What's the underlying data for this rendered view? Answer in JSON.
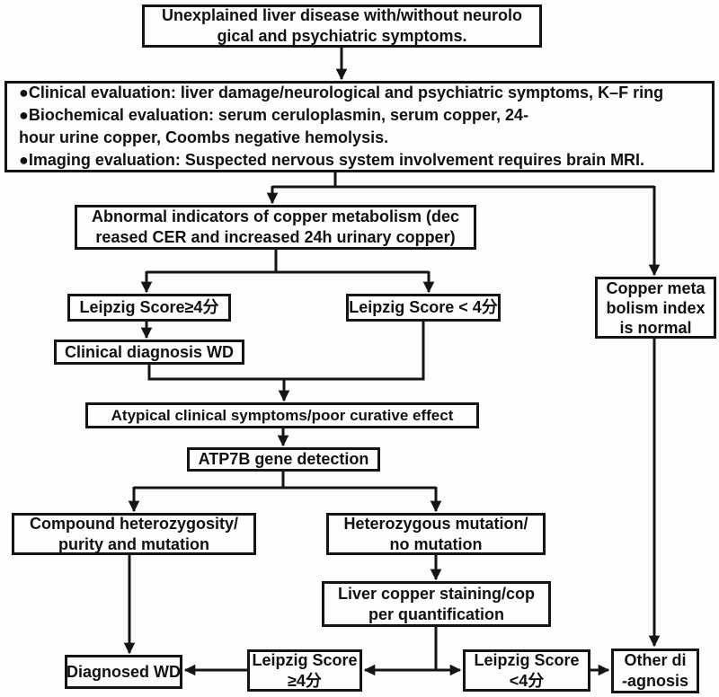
{
  "nodes": {
    "unexplained": {
      "lines": [
        "Unexplained liver disease with/without neurolo",
        "gical and psychiatric symptoms."
      ]
    },
    "evaluation": {
      "lines": [
        "●Clinical evaluation: liver damage/neurological and psychiatric symptoms, K–F ring",
        "●Biochemical evaluation: serum ceruloplasmin, serum copper, 24-",
        "hour urine copper, Coombs negative hemolysis.",
        "●Imaging evaluation: Suspected nervous system involvement requires brain MRI."
      ]
    },
    "abnormal": {
      "lines": [
        "Abnormal indicators of copper metabolism (dec",
        "reased CER and increased 24h urinary copper)"
      ]
    },
    "leipzig_ge4_top": {
      "lines": [
        "Leipzig Score≥4分"
      ]
    },
    "leipzig_lt4_top": {
      "lines": [
        "Leipzig Score < 4分"
      ]
    },
    "clinical_wd": {
      "lines": [
        "Clinical diagnosis WD"
      ]
    },
    "copper_normal": {
      "lines": [
        "Copper meta",
        "bolism index",
        "is normal"
      ]
    },
    "atypical": {
      "lines": [
        "Atypical clinical symptoms/poor curative effect"
      ]
    },
    "atp7b": {
      "lines": [
        "ATP7B gene detection"
      ]
    },
    "compound": {
      "lines": [
        "Compound heterozygosity/",
        "purity and mutation"
      ]
    },
    "heterozygous": {
      "lines": [
        "Heterozygous mutation/",
        "no mutation"
      ]
    },
    "liver_copper": {
      "lines": [
        "Liver copper staining/cop",
        "per quantification"
      ]
    },
    "diagnosed_wd": {
      "lines": [
        "Diagnosed WD"
      ]
    },
    "leipzig_ge4_bottom": {
      "lines": [
        "Leipzig Score",
        "≥4分"
      ]
    },
    "leipzig_lt4_bottom": {
      "lines": [
        "Leipzig Score",
        "<4分"
      ]
    },
    "other_diagnosis": {
      "lines": [
        "Other di",
        "-agnosis"
      ]
    }
  },
  "colors": {
    "stroke": "#151515",
    "background": "#fdfdfd",
    "text": "#111111"
  }
}
